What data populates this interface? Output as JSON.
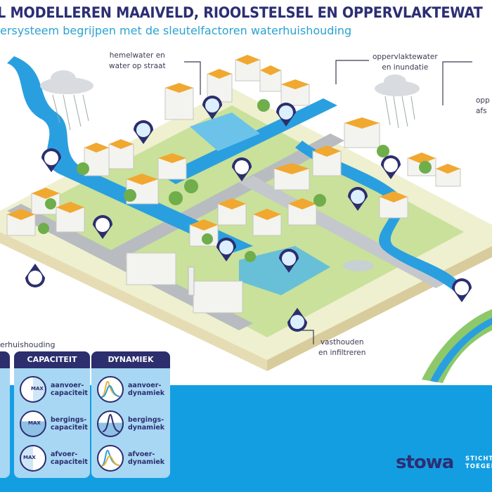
{
  "header": {
    "title": "L MODELLEREN MAAIVELD, RIOOLSTELSEL EN OPPERVLAKTEWAT",
    "subtitle": "ersysteem begrijpen met de sleutelfactoren waterhuishouding"
  },
  "callouts": {
    "hemelwater": [
      "hemelwater en",
      "water op straat"
    ],
    "oppervlaktewater": [
      "oppervlaktewater",
      "en inundatie"
    ],
    "afvoer": [
      "opp",
      "afs"
    ],
    "vasthouden": [
      "vasthouden",
      "en infiltreren"
    ]
  },
  "legend": {
    "caption": "erhuishouding",
    "panels": [
      {
        "title": "CAPACITEIT",
        "items": [
          {
            "icon": "aanvoercapaciteit-icon",
            "line1": "aanvoer-",
            "line2": "capaciteit",
            "badge": "MAX"
          },
          {
            "icon": "bergingscapaciteit-icon",
            "line1": "bergings-",
            "line2": "capaciteit",
            "badge": "MAX"
          },
          {
            "icon": "afvoercapaciteit-icon",
            "line1": "afvoer-",
            "line2": "capaciteit",
            "badge": "MAX"
          }
        ]
      },
      {
        "title": "DYNAMIEK",
        "items": [
          {
            "icon": "aanvoerdynamiek-icon",
            "line1": "aanvoer-",
            "line2": "dynamiek"
          },
          {
            "icon": "bergingsdynamiek-icon",
            "line1": "bergings-",
            "line2": "dynamiek"
          },
          {
            "icon": "afvoerdynamiek-icon",
            "line1": "afvoer-",
            "line2": "dynamiek"
          }
        ]
      }
    ]
  },
  "footer": {
    "logo": "stowa",
    "org_line1": "STICHTI",
    "org_line2": "TOEGEPA"
  },
  "colors": {
    "navy": "#2c2e74",
    "water": "#1e9be0",
    "band": "#149ee2",
    "panel": "#a8d7f4",
    "grass": "#b9d98a",
    "roof": "#f0a830"
  }
}
